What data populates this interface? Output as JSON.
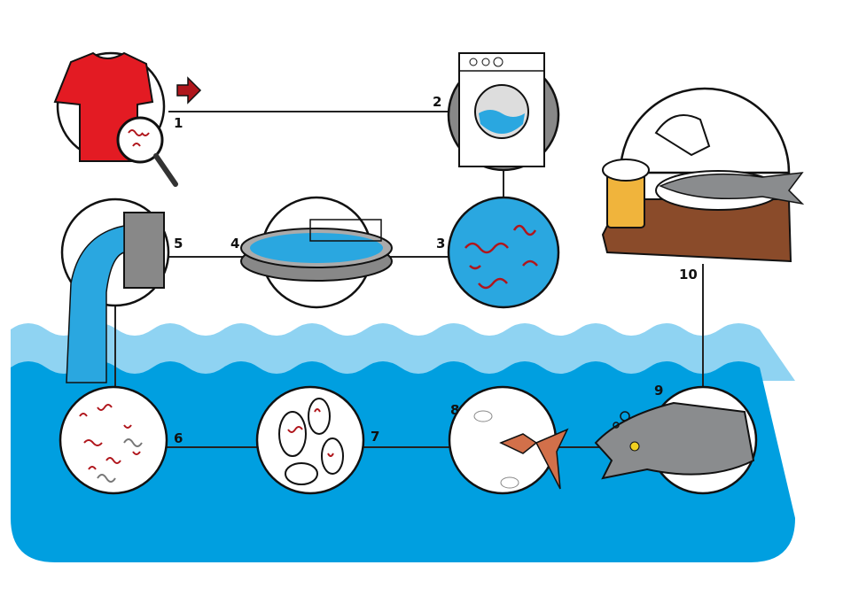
{
  "colors": {
    "water_light": "#8fd3f2",
    "water_deep": "#009fe0",
    "shirt": "#e31b23",
    "arrow": "#b0161c",
    "microfiber": "#b0161c",
    "fish_small": "#d2704a",
    "fish_big": "#8a8c8e",
    "table": "#8a4b2a",
    "beer": "#f0b43c"
  },
  "steps": [
    {
      "number": "1",
      "icon": "shirt-magnifier-icon"
    },
    {
      "number": "2",
      "icon": "washing-machine-icon"
    },
    {
      "number": "3",
      "icon": "microfibers-in-water-icon"
    },
    {
      "number": "4",
      "icon": "treatment-tank-icon"
    },
    {
      "number": "5",
      "icon": "outflow-pipe-icon"
    },
    {
      "number": "6",
      "icon": "microfibers-in-sea-icon"
    },
    {
      "number": "7",
      "icon": "plankton-icon"
    },
    {
      "number": "8",
      "icon": "small-fish-icon"
    },
    {
      "number": "9",
      "icon": "large-fish-icon"
    },
    {
      "number": "10",
      "icon": "fish-dinner-icon"
    }
  ]
}
